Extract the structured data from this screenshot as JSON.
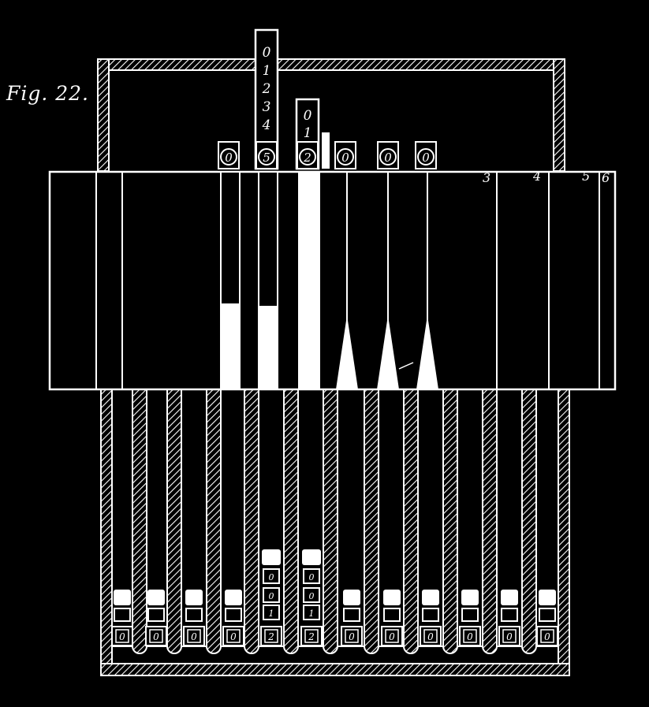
{
  "figure": {
    "caption": "Fig. 22."
  },
  "colors": {
    "background": "#000000",
    "ink": "#ffffff"
  },
  "tall_strip": {
    "digits": [
      "0",
      "1",
      "2",
      "3",
      "4"
    ],
    "window_digit": "5"
  },
  "short_strip": {
    "digits": [
      "0",
      "1"
    ],
    "window_digit": "2"
  },
  "top_windows": [
    "0",
    "5",
    "2",
    "0",
    "0",
    "0"
  ],
  "scale_labels": [
    "3",
    "4",
    "5",
    "6"
  ],
  "bottom_counters": [
    "0",
    "0",
    "0",
    "0",
    "2",
    "2",
    "0",
    "0",
    "0",
    "0",
    "0",
    "0"
  ],
  "middle_counters": [
    "",
    "",
    "",
    "",
    "0",
    "0",
    "",
    "",
    "",
    "",
    "",
    ""
  ],
  "upper_counters": [
    "",
    "",
    "",
    "",
    "0",
    "0",
    "",
    "",
    "",
    "",
    "",
    ""
  ],
  "small_counters": [
    "",
    "",
    "",
    "",
    "1",
    "1",
    "",
    "",
    "",
    "",
    "",
    ""
  ]
}
